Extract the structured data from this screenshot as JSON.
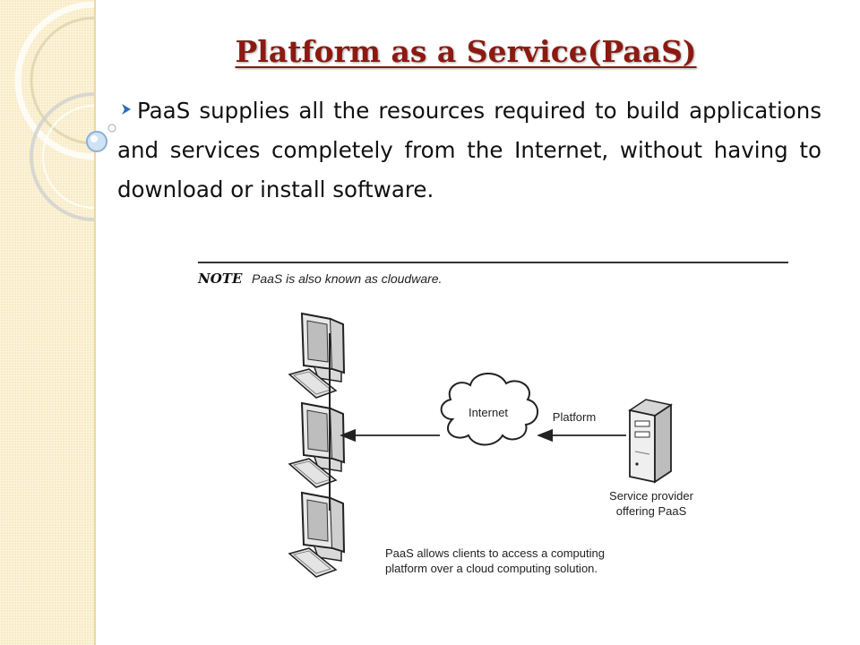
{
  "slide": {
    "title": "Platform as a Service(PaaS)",
    "bullet": "PaaS supplies all the resources required to build applications and services completely from the Internet, without having to download or install software."
  },
  "figure": {
    "note_label": "NOTE",
    "note_text": "PaaS is also known as cloudware.",
    "internet_label": "Internet",
    "platform_label": "Platform",
    "provider_label_line1": "Service provider",
    "provider_label_line2": "offering PaaS",
    "caption_line1": "PaaS allows clients to access a computing",
    "caption_line2": "platform over a cloud computing solution.",
    "icons": [
      "client-computer-icon",
      "cloud-icon",
      "server-icon"
    ]
  },
  "colors": {
    "title": "#8b1a12",
    "panel": "#f8ebc4",
    "bullet_arrow": "#2f6db5"
  }
}
